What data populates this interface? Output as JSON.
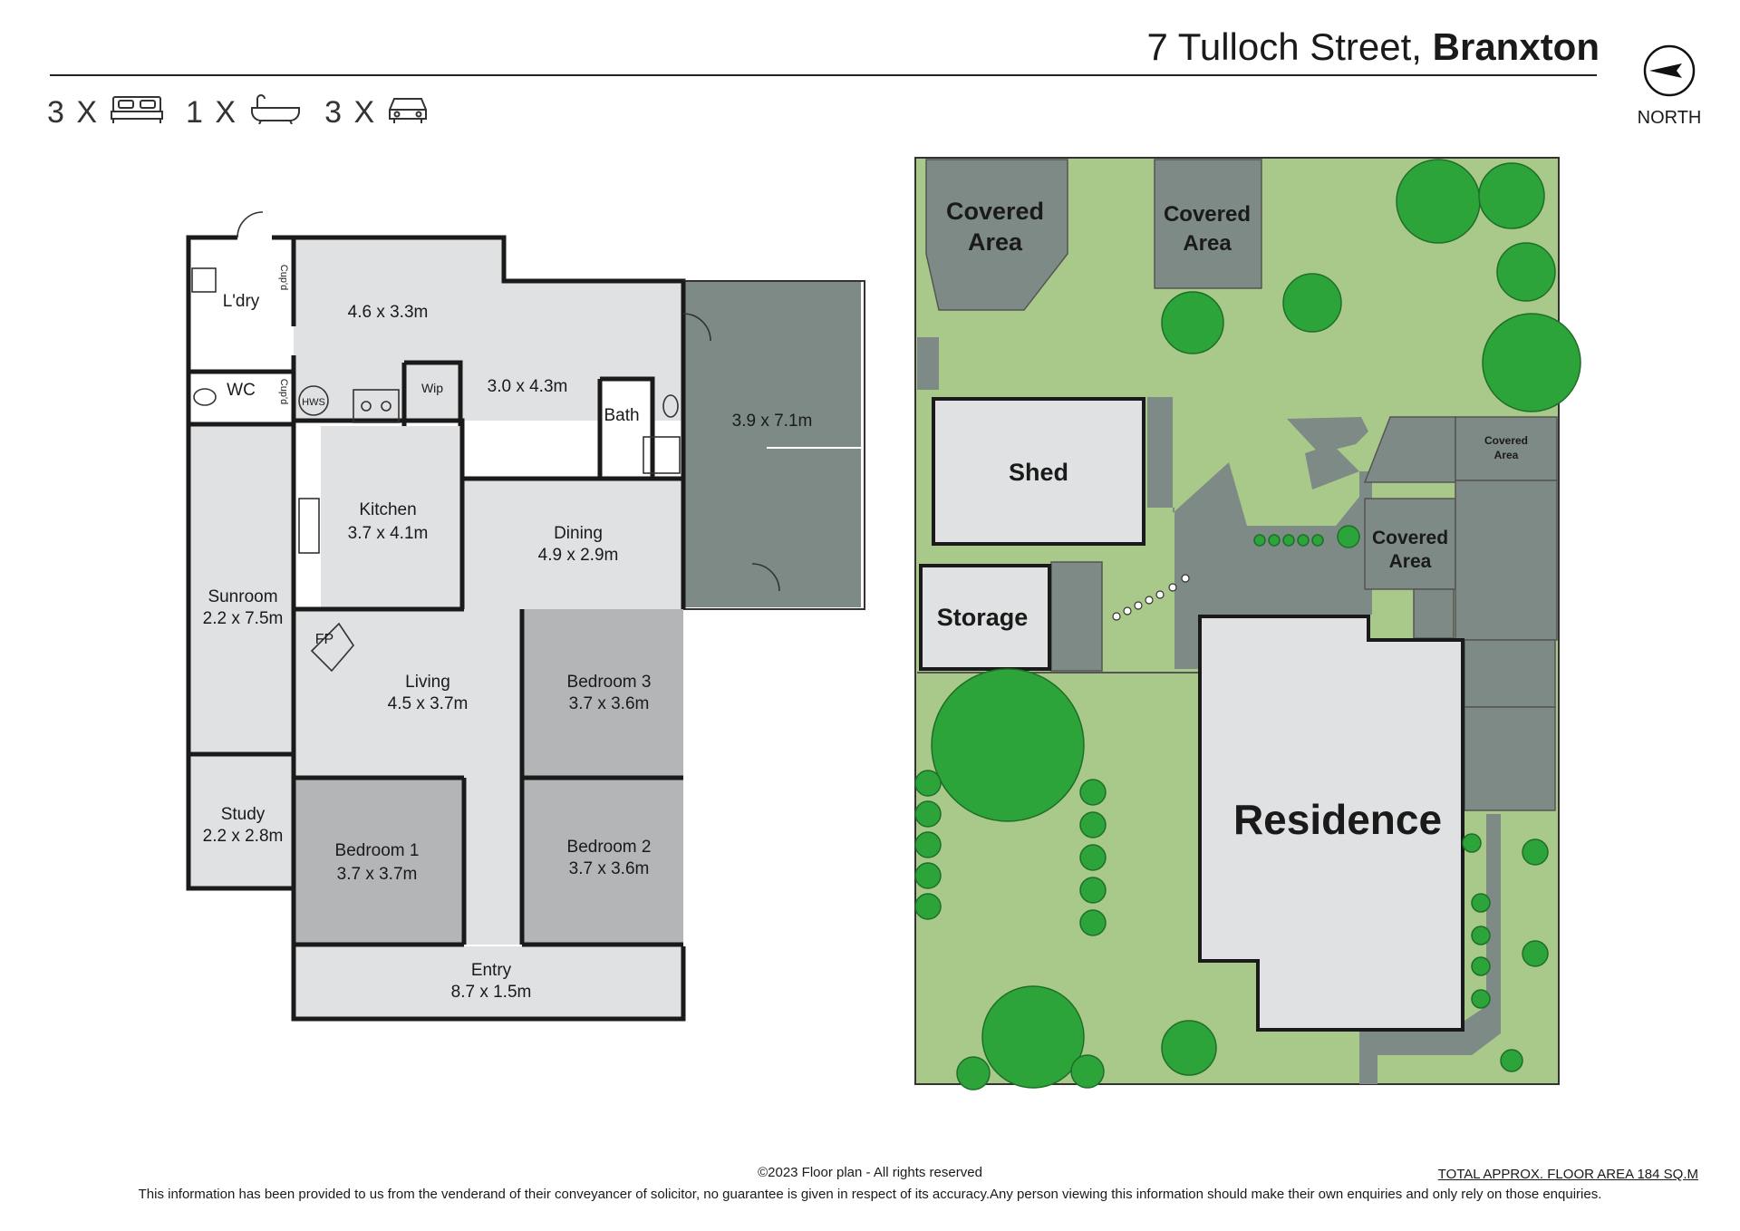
{
  "header": {
    "address_street": "7 Tulloch Street,",
    "address_suburb": "Branxton"
  },
  "counts": {
    "beds": "3 X",
    "baths": "1 X",
    "cars": "3 X"
  },
  "north": {
    "label": "NORTH"
  },
  "floorplan": {
    "laundry": "L'dry",
    "cupd1": "Cup'd",
    "cupd2": "Cup'd",
    "wc": "WC",
    "hws": "HWS",
    "wip": "Wip",
    "room_4_6": "4.6 x 3.3m",
    "room_3_0": "3.0 x 4.3m",
    "bath": "Bath",
    "garage": "3.9 x 7.1m",
    "kitchen_name": "Kitchen",
    "kitchen_size": "3.7 x 4.1m",
    "dining_name": "Dining",
    "dining_size": "4.9 x 2.9m",
    "sunroom_name": "Sunroom",
    "sunroom_size": "2.2 x 7.5m",
    "fp": "FP",
    "living_name": "Living",
    "living_size": "4.5 x 3.7m",
    "bed3_name": "Bedroom 3",
    "bed3_size": "3.7 x 3.6m",
    "study_name": "Study",
    "study_size": "2.2 x 2.8m",
    "bed1_name": "Bedroom 1",
    "bed1_size": "3.7 x 3.7m",
    "bed2_name": "Bedroom 2",
    "bed2_size": "3.7 x 3.6m",
    "entry_name": "Entry",
    "entry_size": "8.7 x 1.5m"
  },
  "siteplan": {
    "covered1a": "Covered",
    "covered1b": "Area",
    "covered2a": "Covered",
    "covered2b": "Area",
    "shed": "Shed",
    "storage": "Storage",
    "residence": "Residence",
    "covered_big_a": "Covered",
    "covered_big_b": "Area",
    "small_a": "Covered",
    "small_b": "Area"
  },
  "footer": {
    "copyright": "©2023 Floor plan  - All rights reserved",
    "disclaimer": "This information has been provided to us from the venderand of their conveyancer of solicitor, no guarantee is given in respect of its accuracy.Any person viewing this information should make their own enquiries and only rely on those enquiries.",
    "area": "TOTAL APPROX. FLOOR AREA 184 SQ.M"
  },
  "colors": {
    "grass": "#a9c98a",
    "covered": "#7e8a85",
    "room": "#e0e1e3",
    "bedroom": "#b4b5b7",
    "tree": "#2da43a",
    "wall": "#1a1a1a"
  }
}
